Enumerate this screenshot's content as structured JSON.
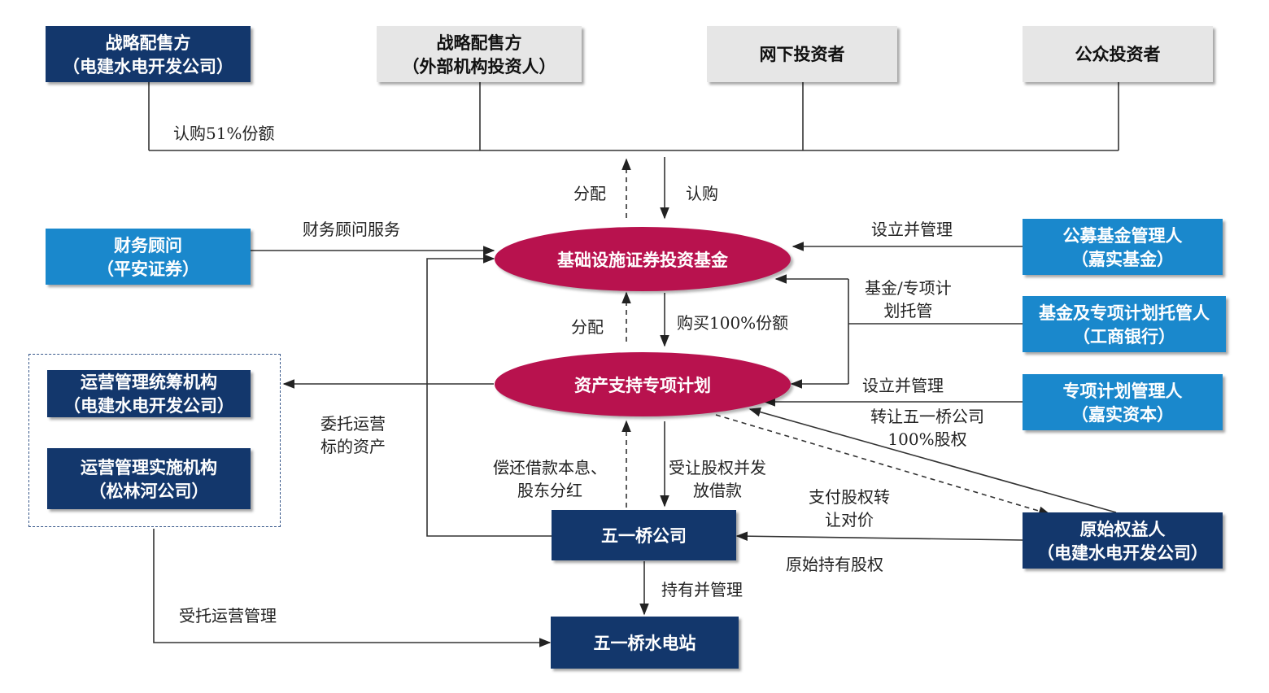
{
  "nodes": {
    "strategic_placement_internal": "战略配售方\n（电建水电开发公司）",
    "strategic_placement_external": "战略配售方\n（外部机构投资人）",
    "offline_investors": "网下投资者",
    "public_investors": "公众投资者",
    "financial_advisor": "财务顾问\n（平安证券）",
    "reit_fund": "基础设施证券投资基金",
    "abs_plan": "资产支持专项计划",
    "fund_manager": "公募基金管理人\n（嘉实基金）",
    "custodian": "基金及专项计划托管人\n（工商银行）",
    "plan_manager": "专项计划管理人\n（嘉实资本）",
    "ops_coordinator": "运营管理统筹机构\n（电建水电开发公司）",
    "ops_implementer": "运营管理实施机构\n（松林河公司）",
    "wuyiqiao_company": "五一桥公司",
    "original_owner": "原始权益人\n（电建水电开发公司）",
    "hydropower_station": "五一桥水电站"
  },
  "edge_labels": {
    "subscribe_51": "认购51%份额",
    "distribute_top": "分配",
    "subscribe": "认购",
    "advisory_service": "财务顾问服务",
    "establish_manage_fund": "设立并管理",
    "custody": "基金/专项计\n划托管",
    "distribute_mid": "分配",
    "buy_100": "购买100%份额",
    "establish_manage_plan": "设立并管理",
    "transfer_equity": "转让五一桥公司\n100%股权",
    "entrust_ops": "委托运营\n标的资产",
    "repay_loan": "偿还借款本息、\n股东分红",
    "receive_equity": "受让股权并发\n放借款",
    "pay_transfer": "支付股权转\n让对价",
    "original_equity": "原始持有股权",
    "hold_manage": "持有并管理",
    "entrusted_ops": "受托运营管理"
  },
  "colors": {
    "navy": "#13376c",
    "blue": "#1a88cc",
    "grey": "#e6e6e6",
    "crimson": "#b8124e"
  }
}
